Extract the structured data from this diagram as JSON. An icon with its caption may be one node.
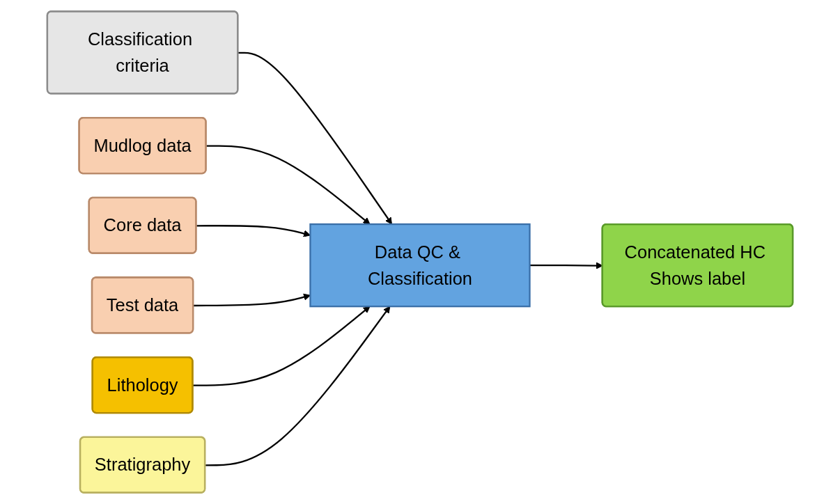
{
  "diagram": {
    "nodes": [
      {
        "text": [
          "Classification criteria"
        ]
      },
      {
        "text": [
          "Mudlog data"
        ]
      },
      {
        "text": [
          "Core data"
        ]
      },
      {
        "text": [
          "Test data"
        ]
      },
      {
        "text": [
          "Lithology"
        ]
      },
      {
        "text": [
          "Data QC & Classification"
        ]
      },
      {
        "text": [
          "Concatenated HC Shows label"
        ]
      },
      {
        "text": [
          "Stratigraphy"
        ]
      }
    ],
    "edges": [
      {
        "from": 0,
        "to": 5,
        "arrow": "to"
      },
      {
        "from": 1,
        "to": 5,
        "arrow": "to"
      },
      {
        "from": 2,
        "to": 5,
        "arrow": "to"
      },
      {
        "from": 3,
        "to": 5,
        "arrow": "to"
      },
      {
        "from": 4,
        "to": 5,
        "arrow": "to"
      },
      {
        "from": 5,
        "to": 6,
        "arrow": "to"
      },
      {
        "from": 7,
        "to": 5,
        "arrow": "to"
      }
    ]
  }
}
